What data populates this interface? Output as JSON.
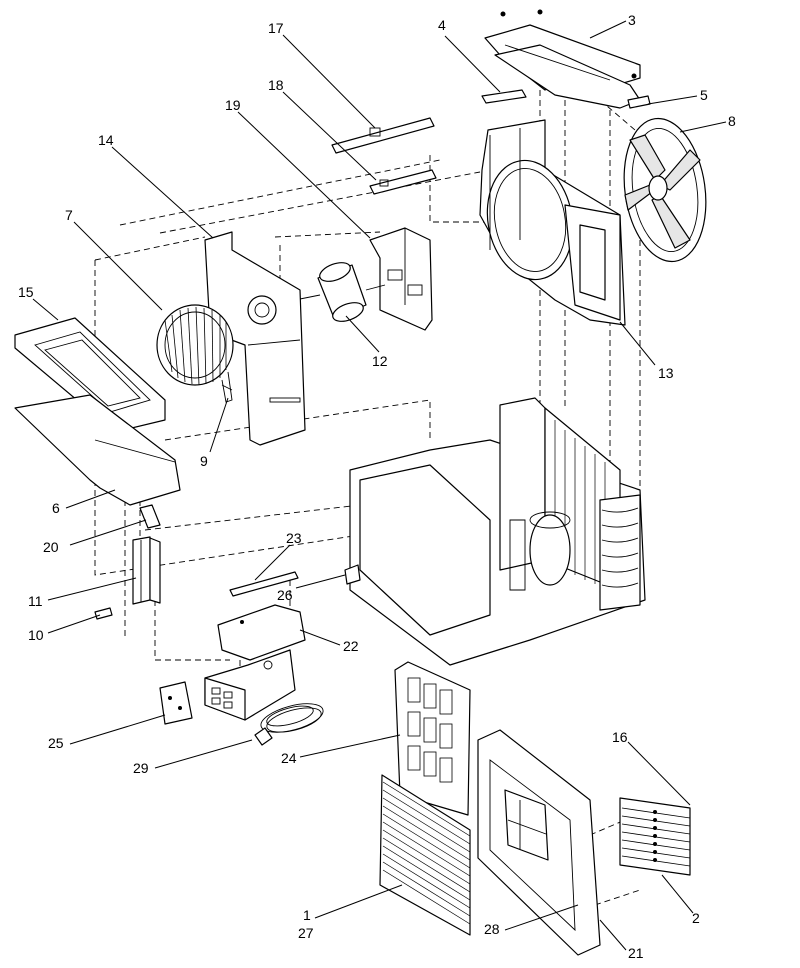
{
  "diagram": {
    "callouts": [
      {
        "id": "c1",
        "label": "1"
      },
      {
        "id": "c27",
        "label": "27"
      },
      {
        "id": "c2",
        "label": "2"
      },
      {
        "id": "c3",
        "label": "3"
      },
      {
        "id": "c4",
        "label": "4"
      },
      {
        "id": "c5",
        "label": "5"
      },
      {
        "id": "c6",
        "label": "6"
      },
      {
        "id": "c7",
        "label": "7"
      },
      {
        "id": "c8",
        "label": "8"
      },
      {
        "id": "c9",
        "label": "9"
      },
      {
        "id": "c10",
        "label": "10"
      },
      {
        "id": "c11",
        "label": "11"
      },
      {
        "id": "c12",
        "label": "12"
      },
      {
        "id": "c13",
        "label": "13"
      },
      {
        "id": "c14",
        "label": "14"
      },
      {
        "id": "c15",
        "label": "15"
      },
      {
        "id": "c16",
        "label": "16"
      },
      {
        "id": "c17",
        "label": "17"
      },
      {
        "id": "c18",
        "label": "18"
      },
      {
        "id": "c19",
        "label": "19"
      },
      {
        "id": "c20",
        "label": "20"
      },
      {
        "id": "c21",
        "label": "21"
      },
      {
        "id": "c22",
        "label": "22"
      },
      {
        "id": "c23",
        "label": "23"
      },
      {
        "id": "c24",
        "label": "24"
      },
      {
        "id": "c25",
        "label": "25"
      },
      {
        "id": "c26",
        "label": "26"
      },
      {
        "id": "c28",
        "label": "28"
      },
      {
        "id": "c29",
        "label": "29"
      }
    ]
  }
}
